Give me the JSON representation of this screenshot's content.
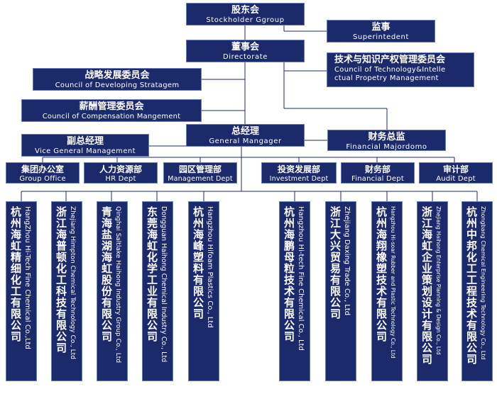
{
  "nodes": {
    "stockholder": {
      "cn": "股东会",
      "en": "Stockholder Ggroup"
    },
    "superintendent": {
      "cn": "监事",
      "en": "Superintedent"
    },
    "directorate": {
      "cn": "董事会",
      "en": "Directorate"
    },
    "tech_ip": {
      "cn": "技术与知识产权管理委员会",
      "en1": "Council of Technology&Intelle",
      "en2": "ctual Propetry Management"
    },
    "strategy": {
      "cn": "战略发展委员会",
      "en": "Council of Developing Stratagem"
    },
    "compensation": {
      "cn": "薪酬管理委员会",
      "en": "Council of Compensation Mangement"
    },
    "gm": {
      "cn": "总经理",
      "en": "General Mangager"
    },
    "financial_major": {
      "cn": "财务总监",
      "en": "Financial Majordomo"
    },
    "vice_gm": {
      "cn": "副总经理",
      "en": "Vice General Management"
    }
  },
  "departments": [
    {
      "cn": "集团办公室",
      "en": "Group Office"
    },
    {
      "cn": "人力资源部",
      "en": "HR Dept"
    },
    {
      "cn": "园区管理部",
      "en": "Management Dept"
    },
    {
      "cn": "投资发展部",
      "en": "Investment Dept"
    },
    {
      "cn": "财务部",
      "en": "Financial Dept"
    },
    {
      "cn": "审计部",
      "en": "Audit Dept"
    }
  ],
  "subsidiaries": [
    {
      "cn": "杭州海虹精细化工有限公司",
      "en": "HangZhou Hi-Tech Fine Chemical Co.,Ltd"
    },
    {
      "cn": "浙江海普顿化工科技有限公司",
      "en": "Zhejiang Himpton Chemical Technology Co., Ltd"
    },
    {
      "cn": "青海盐湖海虹股份有限公司",
      "en": "Qinghai Saltlake Haihong Industry Group Co., Ltd"
    },
    {
      "cn": "东莞海虹化学工业有限公司",
      "en": "Dongguan Haihong Chemical Industry Co., Ltd"
    },
    {
      "cn": "杭州海峰塑料有限公司",
      "en": "Hangzhou Hifoam Plastics Co., Ltd"
    },
    {
      "cn": "杭州海鹏母粒技术有限公司",
      "en": "Hangzhou Hi-tech Fine Chemical Co., Ltd"
    },
    {
      "cn": "浙江大兴贸易有限公司",
      "en": "Zhejiang Daxing Trade Co., Ltd"
    },
    {
      "cn": "杭州海翔橡塑技术有限公司",
      "en": "Hangzhou Hi-soar Rubber and Plastic Technology Co., Ltd"
    },
    {
      "cn": "浙江海虹企业策划设计有限公司",
      "en": "Zhejiang Haihong Enterprise Planning & Design Co., Ltd"
    },
    {
      "cn": "杭州中邦化工工程技术有限公司",
      "en": "Zhongbang Chemical Engineering Technology Co., Ltd"
    }
  ]
}
